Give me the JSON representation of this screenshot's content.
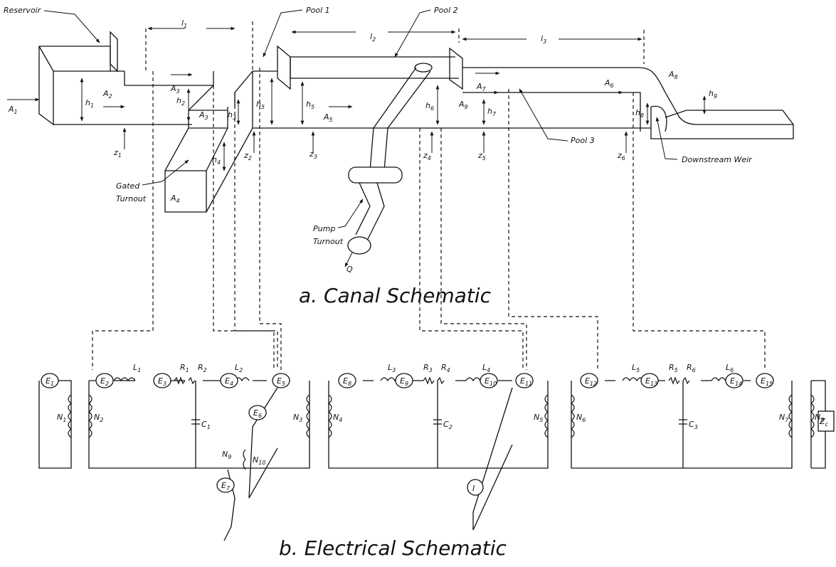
{
  "caption_a": "a. Canal Schematic",
  "caption_b": "b. Electrical Schematic",
  "canal_labels": {
    "reservoir": "Reservoir",
    "pool1": "Pool 1",
    "pool2": "Pool 2",
    "pool3": "Pool 3",
    "gated_turnout_1": "Gated",
    "gated_turnout_2": "Turnout",
    "pump_turnout_1": "Pump",
    "pump_turnout_2": "Turnout",
    "downstream_weir": "Downstream Weir",
    "Q": "Q"
  },
  "canal_symbols": [
    {
      "id": "l1",
      "t": "l",
      "s": "1"
    },
    {
      "id": "l2",
      "t": "l",
      "s": "2"
    },
    {
      "id": "l3",
      "t": "l",
      "s": "3"
    },
    {
      "id": "A1",
      "t": "A",
      "s": "1"
    },
    {
      "id": "A2",
      "t": "A",
      "s": "2"
    },
    {
      "id": "A3a",
      "t": "A",
      "s": "3"
    },
    {
      "id": "A3b",
      "t": "A",
      "s": "3"
    },
    {
      "id": "A4",
      "t": "A",
      "s": "4"
    },
    {
      "id": "A5",
      "t": "A",
      "s": "5"
    },
    {
      "id": "A6",
      "t": "A",
      "s": "6"
    },
    {
      "id": "A7",
      "t": "A",
      "s": "7"
    },
    {
      "id": "A8",
      "t": "A",
      "s": "8"
    },
    {
      "id": "A9",
      "t": "A",
      "s": "9"
    },
    {
      "id": "h1",
      "t": "h",
      "s": "1"
    },
    {
      "id": "h2",
      "t": "h",
      "s": "2"
    },
    {
      "id": "h3",
      "t": "h",
      "s": "3"
    },
    {
      "id": "h4",
      "t": "h",
      "s": "4"
    },
    {
      "id": "h5",
      "t": "h",
      "s": "5"
    },
    {
      "id": "h5b",
      "t": "h",
      "s": "5"
    },
    {
      "id": "h6",
      "t": "h",
      "s": "6"
    },
    {
      "id": "h7",
      "t": "h",
      "s": "7"
    },
    {
      "id": "h8",
      "t": "h",
      "s": "8"
    },
    {
      "id": "h9",
      "t": "h",
      "s": "9"
    },
    {
      "id": "z1",
      "t": "z",
      "s": "1"
    },
    {
      "id": "z2",
      "t": "z",
      "s": "2"
    },
    {
      "id": "z3",
      "t": "z",
      "s": "3"
    },
    {
      "id": "z4",
      "t": "z",
      "s": "4"
    },
    {
      "id": "z5",
      "t": "z",
      "s": "5"
    },
    {
      "id": "z6",
      "t": "z",
      "s": "6"
    }
  ],
  "electrical_symbols": [
    {
      "id": "E1",
      "t": "E",
      "s": "1"
    },
    {
      "id": "E2",
      "t": "E",
      "s": "2"
    },
    {
      "id": "E3",
      "t": "E",
      "s": "3"
    },
    {
      "id": "E4",
      "t": "E",
      "s": "4"
    },
    {
      "id": "E5",
      "t": "E",
      "s": "5"
    },
    {
      "id": "E6",
      "t": "E",
      "s": "6"
    },
    {
      "id": "E7",
      "t": "E",
      "s": "7"
    },
    {
      "id": "E8",
      "t": "E",
      "s": "8"
    },
    {
      "id": "E9",
      "t": "E",
      "s": "9"
    },
    {
      "id": "E10",
      "t": "E",
      "s": "10"
    },
    {
      "id": "E11",
      "t": "E",
      "s": "11"
    },
    {
      "id": "E12",
      "t": "E",
      "s": "12"
    },
    {
      "id": "E13",
      "t": "E",
      "s": "13"
    },
    {
      "id": "E14",
      "t": "E",
      "s": "14"
    },
    {
      "id": "E15",
      "t": "E",
      "s": "15"
    },
    {
      "id": "L1",
      "t": "L",
      "s": "1"
    },
    {
      "id": "L2",
      "t": "L",
      "s": "2"
    },
    {
      "id": "L3",
      "t": "L",
      "s": "3"
    },
    {
      "id": "L4",
      "t": "L",
      "s": "4"
    },
    {
      "id": "L5",
      "t": "L",
      "s": "5"
    },
    {
      "id": "L6",
      "t": "L",
      "s": "6"
    },
    {
      "id": "R1",
      "t": "R",
      "s": "1"
    },
    {
      "id": "R2",
      "t": "R",
      "s": "2"
    },
    {
      "id": "R3",
      "t": "R",
      "s": "3"
    },
    {
      "id": "R4",
      "t": "R",
      "s": "4"
    },
    {
      "id": "R5",
      "t": "R",
      "s": "5"
    },
    {
      "id": "R6",
      "t": "R",
      "s": "6"
    },
    {
      "id": "C1",
      "t": "C",
      "s": "1"
    },
    {
      "id": "C2",
      "t": "C",
      "s": "2"
    },
    {
      "id": "C3",
      "t": "C",
      "s": "3"
    },
    {
      "id": "N1",
      "t": "N",
      "s": "1"
    },
    {
      "id": "N2",
      "t": "N",
      "s": "2"
    },
    {
      "id": "N3",
      "t": "N",
      "s": "3"
    },
    {
      "id": "N4",
      "t": "N",
      "s": "4"
    },
    {
      "id": "N5",
      "t": "N",
      "s": "5"
    },
    {
      "id": "N6",
      "t": "N",
      "s": "6"
    },
    {
      "id": "N7",
      "t": "N",
      "s": "7"
    },
    {
      "id": "N8",
      "t": "N",
      "s": "8"
    },
    {
      "id": "N9",
      "t": "N",
      "s": "9"
    },
    {
      "id": "N10",
      "t": "N",
      "s": "10"
    },
    {
      "id": "I",
      "t": "I",
      "s": ""
    },
    {
      "id": "Zc",
      "t": "Z",
      "s": "c"
    }
  ]
}
